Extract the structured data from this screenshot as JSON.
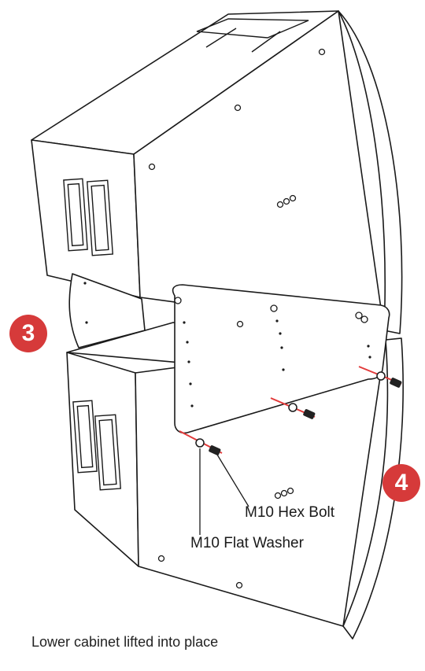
{
  "steps": {
    "step_a": "3",
    "step_b": "4"
  },
  "labels": {
    "bolt": "M10 Hex Bolt",
    "washer": "M10 Flat Washer"
  },
  "caption": "Lower cabinet lifted into place",
  "colors": {
    "badge": "#d63a3a",
    "accent_line": "#e23b3b",
    "line": "#1a1a1a"
  }
}
